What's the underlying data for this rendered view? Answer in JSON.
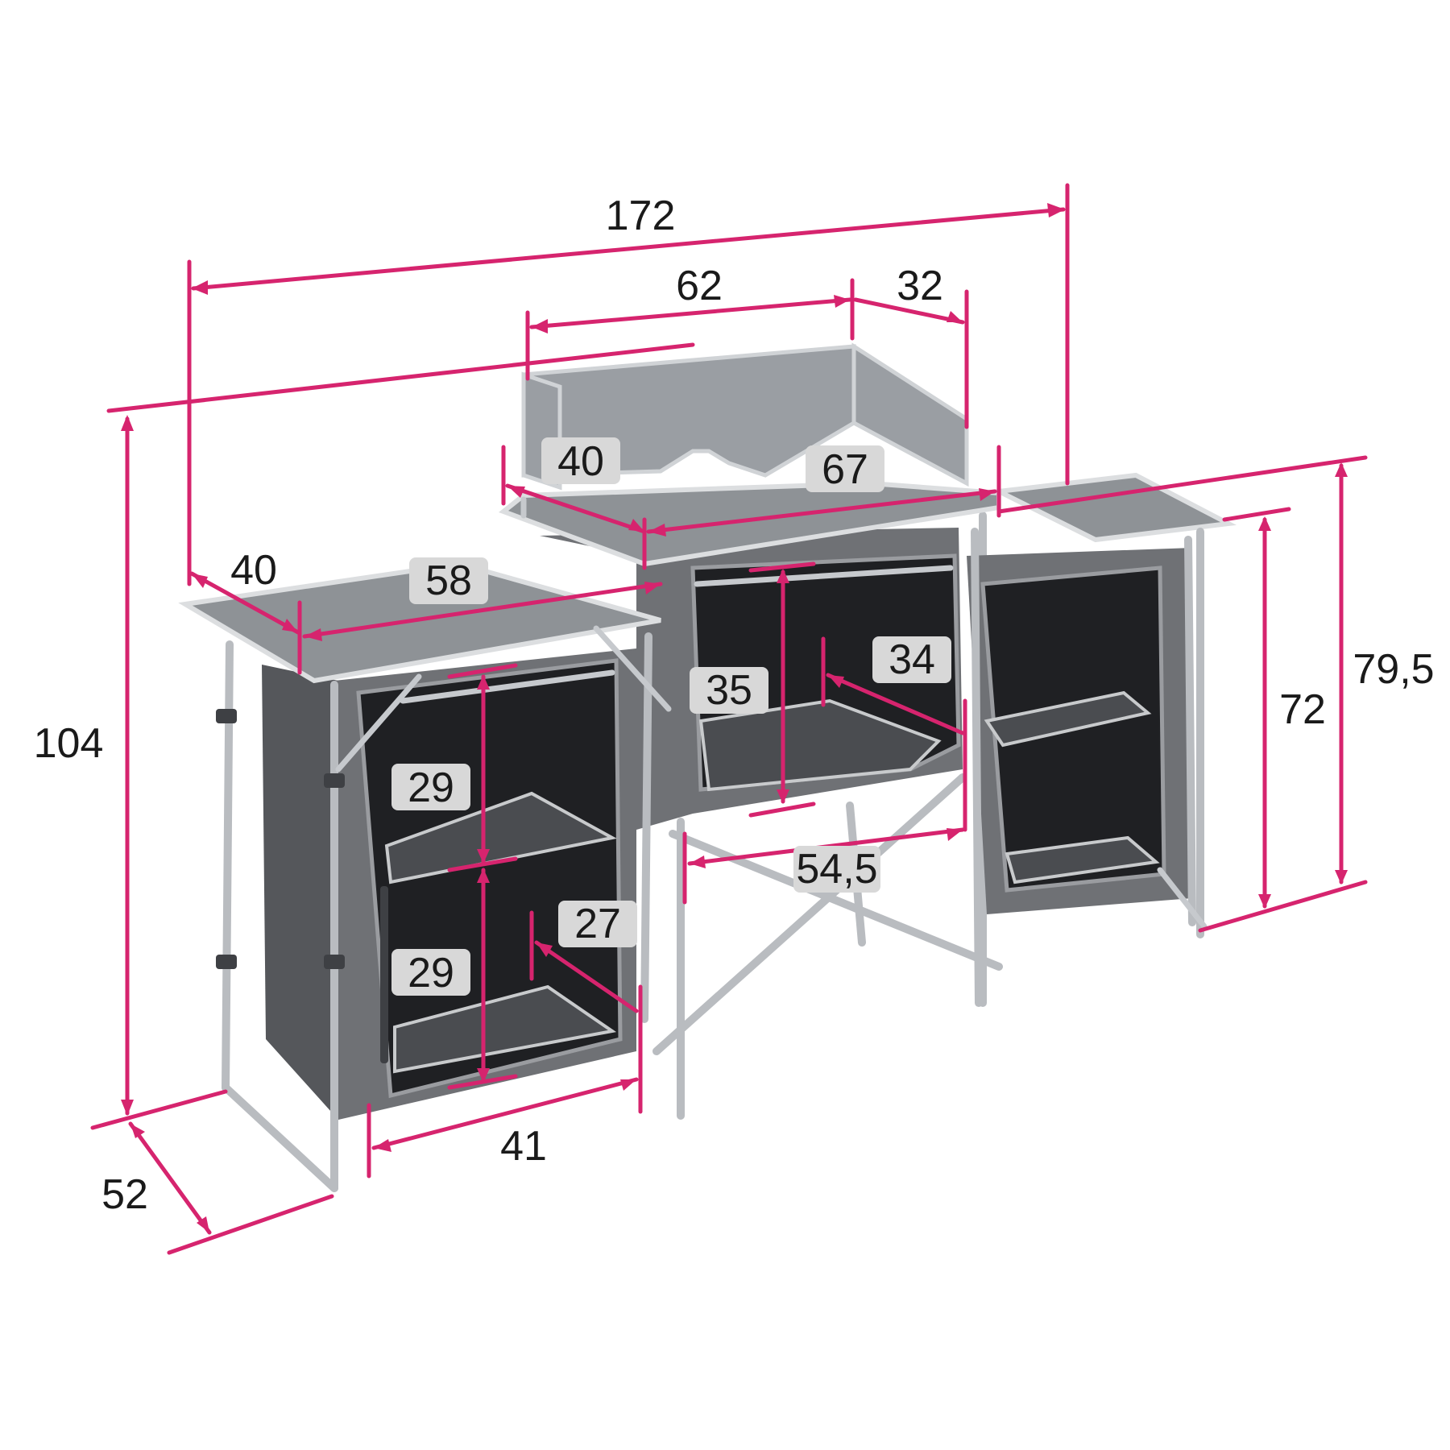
{
  "figure": "camping kitchen unit with dimension annotations",
  "colors": {
    "dimension_line": "#d6246e",
    "label_badge": "#d8d8d8",
    "frame": "#b9bcc0",
    "fabric": "#6f7175"
  },
  "dimensions": {
    "total_width": "172",
    "windscreen_back": "62",
    "windscreen_side": "32",
    "windscreen_depth": "40",
    "center_top_width": "67",
    "left_table_depth": "40",
    "left_table_width": "58",
    "total_height": "104",
    "depth": "52",
    "left_upper_shelf": "29",
    "left_lower_shelf": "29",
    "left_shelf_depth": "27",
    "left_cabinet_width": "41",
    "center_height": "35",
    "center_depth": "34",
    "center_width": "54,5",
    "right_table_height": "79,5",
    "right_cabinet_height": "72"
  }
}
